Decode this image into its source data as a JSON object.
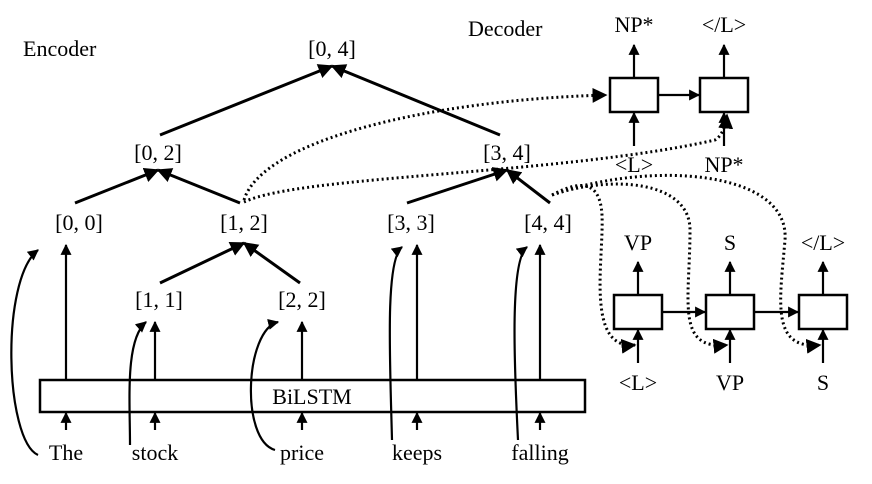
{
  "headings": {
    "encoder": "Encoder",
    "decoder": "Decoder"
  },
  "encoder": {
    "bilstm": "BiLSTM",
    "words": [
      "The",
      "stock",
      "price",
      "keeps",
      "falling"
    ],
    "spans": [
      "[0, 4]",
      "[0, 2]",
      "[3, 4]",
      "[0, 0]",
      "[1, 2]",
      "[3, 3]",
      "[4, 4]",
      "[1, 1]",
      "[2, 2]"
    ]
  },
  "decoder_top": {
    "outputs": [
      "NP*",
      "</L>"
    ],
    "inputs": [
      "<L>",
      "NP*"
    ]
  },
  "decoder_bottom": {
    "outputs": [
      "VP",
      "S",
      "</L>"
    ],
    "inputs": [
      "<L>",
      "VP",
      "S"
    ]
  }
}
